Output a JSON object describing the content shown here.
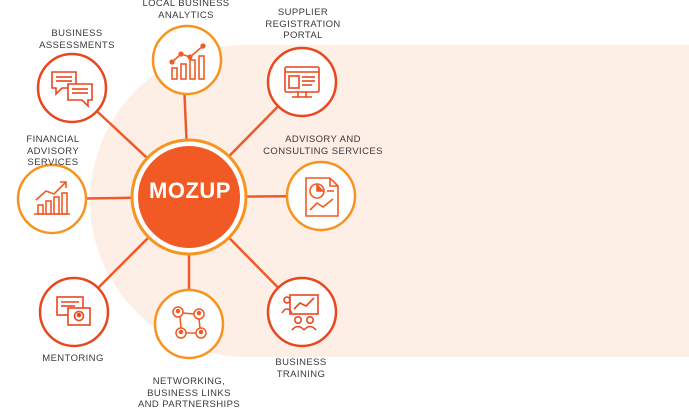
{
  "center": {
    "label": "MOZUP"
  },
  "nodes": [
    {
      "id": "local-business-analytics",
      "label": "LOCAL BUSINESS\nANALYTICS",
      "icon": "bar-chart-growth-icon"
    },
    {
      "id": "supplier-registration-portal",
      "label": "SUPPLIER\nREGISTRATION\nPORTAL",
      "icon": "web-portal-monitor-icon"
    },
    {
      "id": "advisory-consulting-services",
      "label": "ADVISORY AND\nCONSULTING SERVICES",
      "icon": "report-pie-chart-icon"
    },
    {
      "id": "business-training",
      "label": "BUSINESS\nTRAINING",
      "icon": "presentation-training-icon"
    },
    {
      "id": "networking",
      "label": "NETWORKING,\nBUSINESS LINKS\nAND PARTNERSHIPS",
      "icon": "network-people-icon"
    },
    {
      "id": "mentoring",
      "label": "MENTORING",
      "icon": "mentoring-document-icon"
    },
    {
      "id": "financial-advisory-services",
      "label": "FINANCIAL ADVISORY\nSERVICES",
      "icon": "growth-chart-arrow-icon"
    },
    {
      "id": "business-assessments",
      "label": "BUSINESS\nASSESSMENTS",
      "icon": "speech-bubbles-icon"
    }
  ],
  "colors": {
    "accent": "#f15a24",
    "accent_dark": "#e8471f",
    "orange": "#f7931e",
    "line": "#ee5a2a",
    "background_band": "#fdeee6",
    "text": "#3a3a3a"
  }
}
